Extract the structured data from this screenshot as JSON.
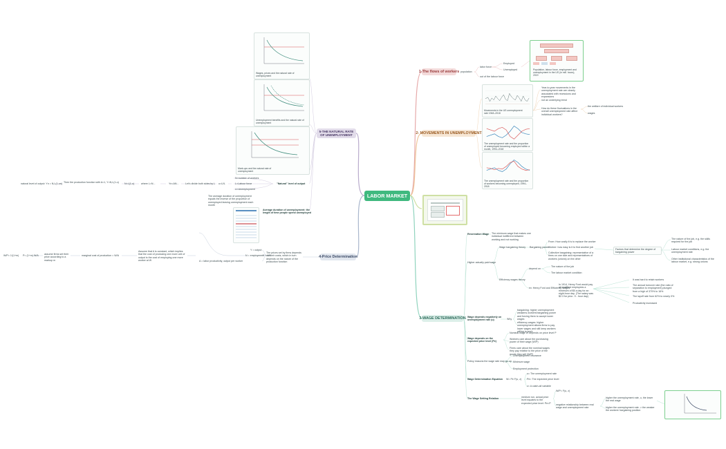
{
  "central": {
    "label": "LABOR MARKET"
  },
  "branches": [
    {
      "id": "b1",
      "label": "1-The flows of workers",
      "bg": "#f3dada",
      "fg": "#9a3a3a"
    },
    {
      "id": "b2",
      "label": "2- MOVEMENTS IN UNEMPLOYMENT",
      "bg": "#f6e6d4",
      "fg": "#9a5a20"
    },
    {
      "id": "b3",
      "label": "3-WAGE DETERMINATION",
      "bg": "#dcefe9",
      "fg": "#2d6b5b"
    },
    {
      "id": "b4",
      "label": "4-Price Determination",
      "bg": "#e1e6ee",
      "fg": "#3b4a66"
    },
    {
      "id": "b5",
      "label": "5-THE NATURAL RATE OF UNEMPLOYMENT",
      "bg": "#e2dcea",
      "fg": "#4a3a66"
    }
  ],
  "flows": {
    "population": "population",
    "labor_force": "labor force",
    "employed": "Employed",
    "unemployed": "Unemployed",
    "out_of_labor_force": "out of the labour force",
    "card_caption": "Population, labour force, employment and unemployment in the US (in mill. hours), 2019"
  },
  "movements": {
    "chart1_caption": "Movements in the US unemployment rate 1948–2018",
    "chart2_caption": "The unemployment rate and the proportion of unemployed becoming employed within a month, 1994–2018",
    "chart3_caption": "The unemployment rate and the proportion of workers becoming unemployed, 1994–2018",
    "q1": "Year-to-year movements in the unemployment rate are closely associated with recessions and expansions",
    "not_underlying": "not an underlying trend",
    "q2": "How do these fluctuations in the overall unemployment rate affect individual workers?",
    "welfare": "the welfare of individual workers",
    "wages": "wages"
  },
  "wage": {
    "reservation": "Reservation Wage",
    "reservation_def": "The minimum wage that makes one individual indifferent between working and not working",
    "higher_than": "Higher actually paid wage",
    "bargaining_theory": "Wage bargaining theory",
    "bargaining_power": "Bargaining power",
    "bp1": "From: How costly it is to replace the worker",
    "bp2": "Worker: how easy is it to find another job",
    "bp3": "Collective bargaining: representative of a firms on one side and representatives of workers (unions) on the other",
    "factors": "Factors that determine the degree of bargaining power",
    "f1": "The nature of the job, e.g. the skills required for the job",
    "f2": "Labour market conditions, e.g. the unemployment rate",
    "f3": "Other institutional characteristics of the labour market, e.g. strong unions",
    "efficiency": "Efficiency wages theory",
    "depend_on": "depend on",
    "dep1": "The nature of the job",
    "dep2": "The labour market condition",
    "henry_ford": "ex: Henry Ford and Efficiency Wages",
    "ford_text": "In 1914, Henry Ford would pay all qualified employees a minimum of $5 a day for an eight-hour day. (The salary was $2.3 for prior- 9 - hour day)",
    "hf1": "It was hard to retain workers",
    "hf2": "The annual turnover rate (the ratio of separation to employment) plunged from a high of 370% to 16%",
    "hf3": "The layoff rate from 62% to nearly 0%",
    "hf4": "Productivity increased",
    "neg_unemp": "Wage depends negatively on unemployment rate (u)",
    "why": "Why",
    "neg1": "bargaining: higher unemployment weakens workers'bargaining power and forcing them to accept lower wages",
    "neg2": "efficiency wages: higher unemployment allows firms to pay lower wages and still keep workers willing to work",
    "expected_price": "Wage depends on the expected price level (Pe)",
    "ep1": "Nominal wage W depends on price level P",
    "ep2": "Workers care about the purchasing power of their wage (W/P)",
    "ep3": "Firms care about the nominal wages they pay relative to the price of the goods they sell (W/P)",
    "policy": "Policy reasons the wage rate may go up",
    "pol1": "Unemployment insurance",
    "pol2": "Minimum wage",
    "pol3": "Employment protection",
    "equation": "Wage Determination Equation",
    "eq": "W= Pe F(u, z)",
    "eq1": "u= The unemployment rate",
    "eq2": "Pe= The expected price level",
    "eq3": "z= A catch-all variable",
    "setting": "The Wage Setting Relation",
    "ws_text": "medium run, actual price level equates to the expected price level: Pe=P",
    "ws_eq": "W/P= F(u, z)",
    "neg_rel": "negative relationship between real wage and unemployment rate",
    "ws1": "higher the unemployment rate, u, the lower the real wage",
    "ws2": "higher the unemployment rate -> the weaker the workers' bargaining position"
  },
  "price": {
    "y_output": "Y = output",
    "n_employment": "N = employment",
    "y_eq": "Y = AN",
    "a_def": "A = labor productivity, output per worker",
    "price_set": "The prices set by firms depends on their costs, which in turn depends on the nature of the production function",
    "assume": "Assume that A is constant, which implies that the cost of producing one more unit of output is the cost of employing one more worker at W",
    "marginal": "marginal cost of production = W/A",
    "markup": "assume firms set their price according to a markup m",
    "p_eq": "P= (1+m) W/A",
    "pwm": "W/P= 1/(1+m)"
  },
  "natural": {
    "caption1": "Wages, prices and the natural rate of unemployment",
    "caption2": "Unemployment benefits and the natural rate of unemployment",
    "caption3": "Mark-ups and the natural rate of unemployment",
    "natural_rate": "\"Natural\" level of output",
    "n_workers": "N=number of workers",
    "l_force": "L=Labour force",
    "u_unemp": "U=Unemployment",
    "u_def": "u=U/L",
    "n_eq": "N=L(1-u)",
    "where": "where L=N...",
    "yn": "Yn=AN...",
    "lets": "Let's divide both sides by L",
    "prod_fn": "Then the production function with A=1, Y=N,L(1-u)",
    "natural_level": "natural level of output: Yn = N,L(1-un)",
    "duration_caption": "Average duration of unemployment: the length of time people spend unemployed",
    "duration_text": "The average duration of unemployment equals the inverse of the proportion of unemployed leaving unemployment each month"
  }
}
